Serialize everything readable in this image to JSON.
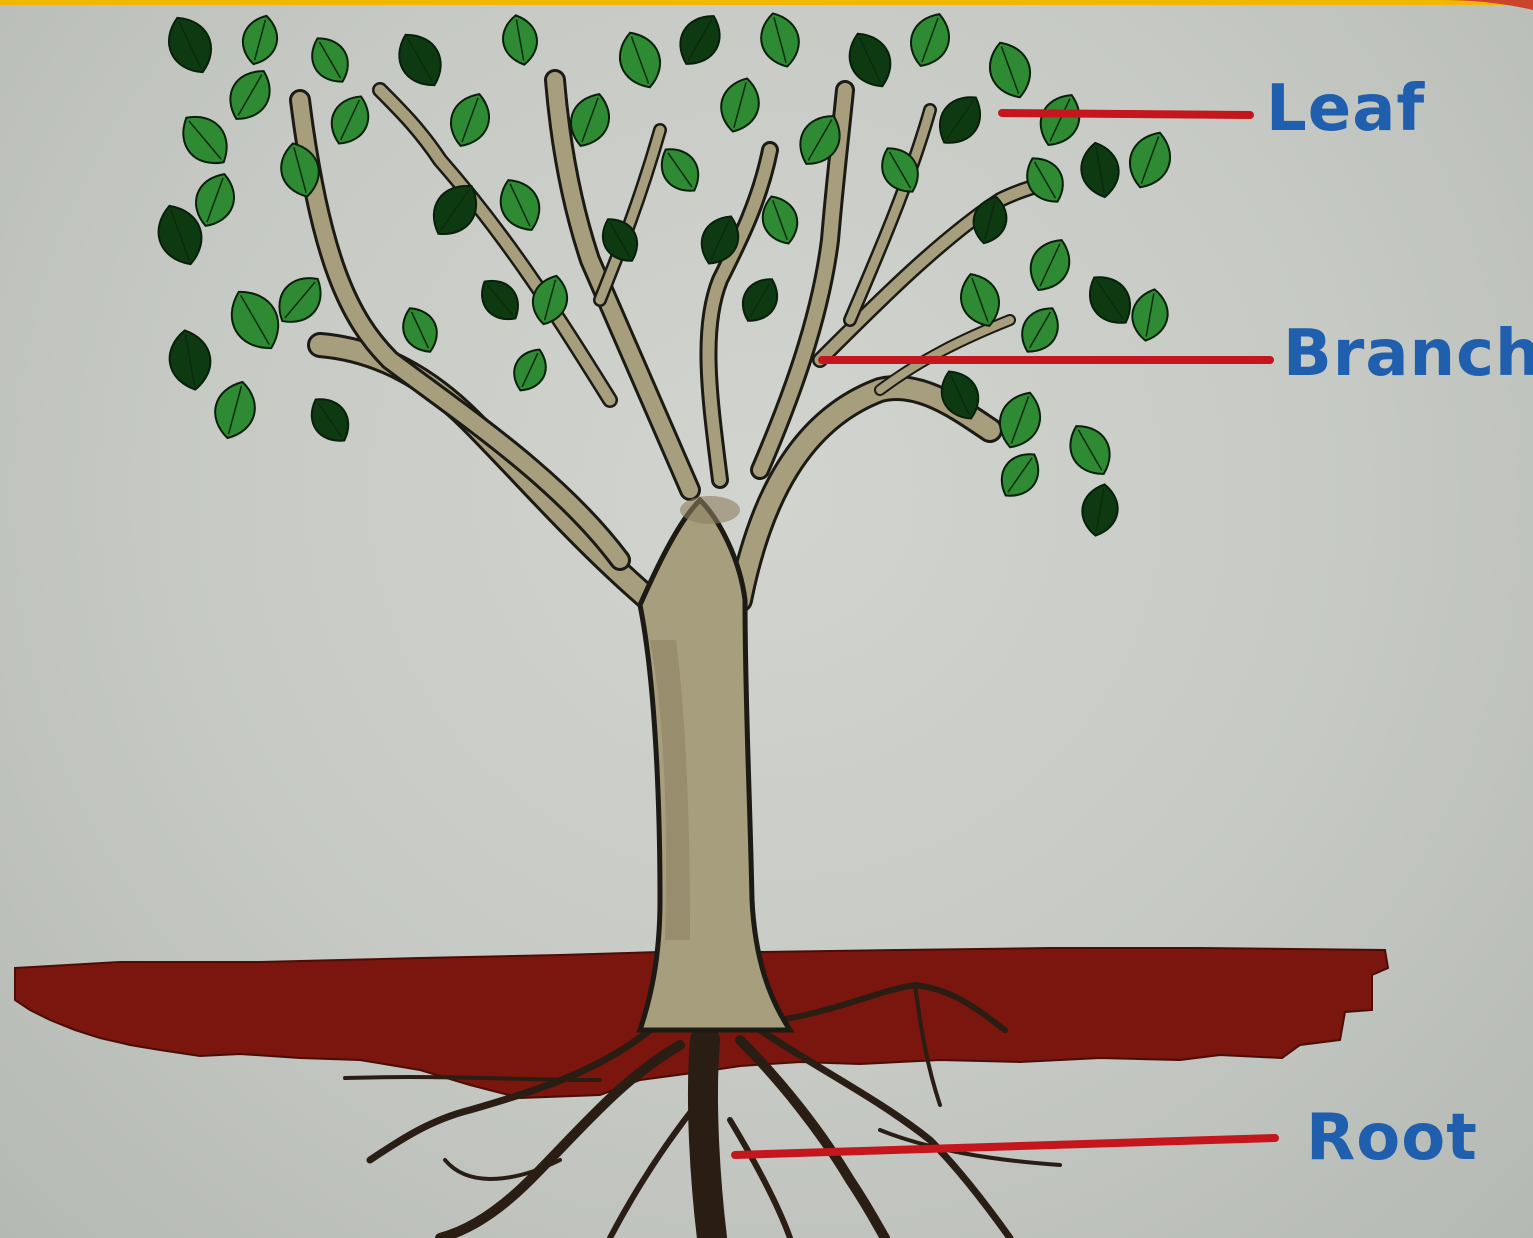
{
  "diagram": {
    "labels": {
      "leaf": "Leaf",
      "branch": "Branch",
      "root": "Root"
    }
  },
  "colors": {
    "label_text": "#1f5fae",
    "leader_line": "#c4161c",
    "leaf_light": "#2f8a34",
    "leaf_dark": "#0e3a12",
    "trunk": "#a69e7d",
    "trunk_outline": "#1b1a14",
    "soil": "#7a160d",
    "root": "#2a1d14",
    "top_banner": "#f2b705"
  }
}
